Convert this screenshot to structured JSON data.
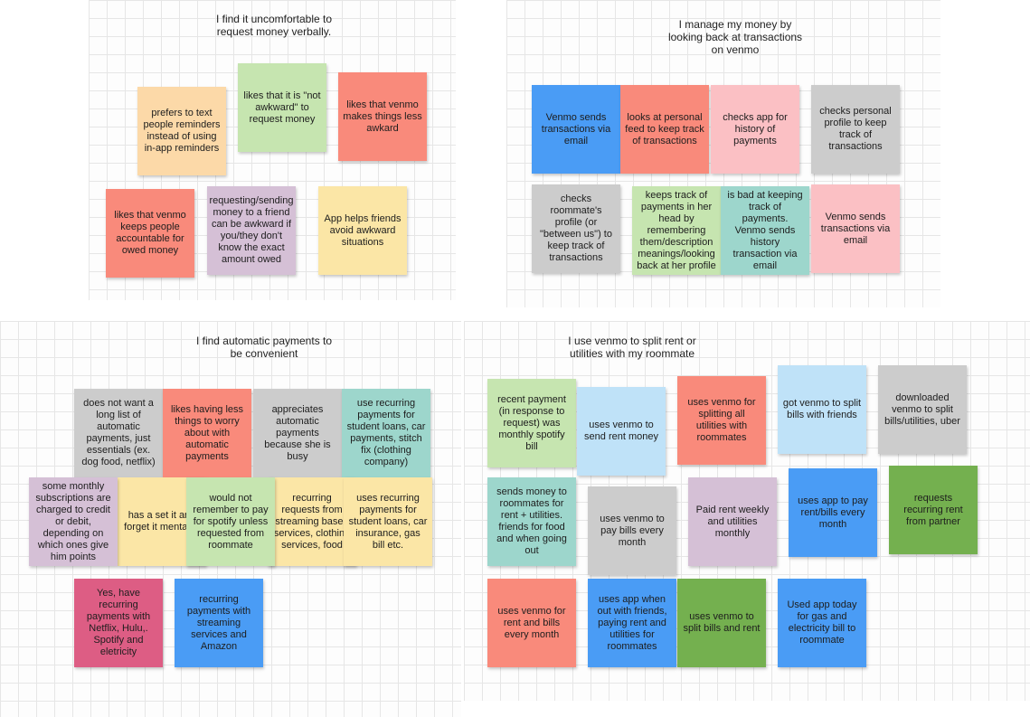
{
  "board1": {
    "heading": "I find it uncomfortable to\nrequest money verbally.",
    "notes": [
      "prefers to text people reminders instead of using in-app reminders",
      "likes that it is \"not awkward\" to request money",
      "likes that venmo makes things less awkard",
      "likes that venmo keeps people accountable for owed money",
      "requesting/sending money to a friend can be awkward if you/they don't know the exact amount owed",
      "App helps friends avoid awkward situations"
    ]
  },
  "board2": {
    "heading": "I manage my money by\nlooking back at transactions\non venmo",
    "notes": [
      "Venmo sends transactions via email",
      "looks at personal feed to keep track of transactions",
      "checks app for history of payments",
      "checks personal profile to keep track of transactions",
      "checks roommate's profile (or \"between us\") to keep track of transactions",
      "keeps track of payments in her head by remembering them/description meanings/looking back at her profile",
      "is bad at keeping track of payments. Venmo sends history transaction via email",
      "Venmo sends transactions via email"
    ]
  },
  "board3": {
    "heading": "I find automatic payments to\nbe convenient",
    "notes": [
      "does not want a long list of automatic payments, just essentials (ex. dog food, netflix)",
      "likes having less things to worry about with automatic payments",
      "appreciates automatic payments because she is busy",
      "use recurring payments for student loans, car payments, stitch fix (clothing company)",
      "some monthly subscriptions are charged to credit or debit, depending on which ones give him points",
      "has a set it and forget it mentality",
      "would not remember to pay for spotify unless requested from roommate",
      "recurring requests from streaming based services, clothing services, food",
      "uses recurring payments for student loans, car insurance, gas bill etc.",
      "Yes, have recurring payments with Netflix, Hulu,. Spotify and eletricity",
      "recurring payments with streaming services and Amazon"
    ]
  },
  "board4": {
    "heading": "I use venmo to split rent or\nutilities with my roommate",
    "notes": [
      "recent payment (in response to request) was monthly spotify bill",
      "uses venmo to send rent money",
      "uses venmo for splitting all utilities with roommates",
      "got venmo to split bills with friends",
      "downloaded venmo to split bills/utilities, uber",
      "sends money to roommates for rent + utilities. friends for food and when going out",
      "uses venmo to pay bills every month",
      "Paid rent weekly and utilities monthly",
      "uses app to pay rent/bills every month",
      "requests recurring rent from partner",
      "uses venmo for rent and bills every month",
      "uses app when out with friends, paying rent and utilities for roommates",
      "uses venmo to split bills and rent",
      "Used app today for gas and electricity bill to roommate"
    ]
  },
  "colors": {
    "orange": "#fcd9a8",
    "green": "#c6e5b0",
    "red": "#f98a7b",
    "purple": "#d5c0d6",
    "yellow": "#fbe6a6",
    "blue": "#4a9cf5",
    "pink": "#fbc0c4",
    "grey": "#cccccc",
    "teal": "#9dd6cc",
    "light_blue": "#bfe2f8",
    "dark_green": "#74b04f",
    "magenta": "#dd5d84"
  }
}
